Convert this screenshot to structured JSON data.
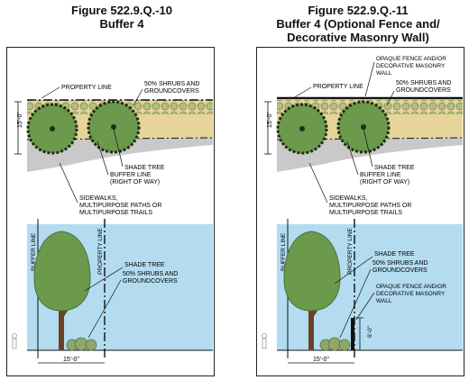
{
  "figures": [
    {
      "title_line1": "Figure 522.9.Q.-10",
      "title_line2": "Buffer 4",
      "title_line3": "",
      "plan": {
        "property_line": "PROPERTY LINE",
        "shrubs": [
          "50% SHRUBS AND",
          "GROUNDCOVERS"
        ],
        "dimension": "15'-0\"",
        "shade_tree": "SHADE TREE",
        "buffer_line": [
          "BUFFER LINE",
          "(RIGHT OF WAY)"
        ],
        "sidewalks": [
          "SIDEWALKS,",
          "MULTIPURPOSE PATHS OR",
          "MULTIPURPOSE TRAILS"
        ]
      },
      "elevation": {
        "buffer_line": "BUFFER LINE",
        "property_line": "PROPERTY LINE",
        "shade_tree": "SHADE TREE",
        "shrubs": [
          "50% SHRUBS AND",
          "GROUNDCOVERS"
        ],
        "dimension": "15'-0\""
      }
    },
    {
      "title_line1": "Figure 522.9.Q.-11",
      "title_line2": "Buffer 4 (Optional Fence and/",
      "title_line3": "Decorative Masonry Wall)",
      "plan": {
        "fence": [
          "OPAQUE FENCE AND/OR",
          "DECORATIVE MASONRY",
          "WALL"
        ],
        "property_line": "PROPERTY LINE",
        "shrubs": [
          "50% SHRUBS AND",
          "GROUNDCOVERS"
        ],
        "dimension": "15'-0\"",
        "shade_tree": "SHADE TREE",
        "buffer_line": [
          "BUFFER LINE",
          "(RIGHT OF WAY)"
        ],
        "sidewalks": [
          "SIDEWALKS,",
          "MULTIPURPOSE PATHS OR",
          "MULTIPURPOSE TRAILS"
        ]
      },
      "elevation": {
        "buffer_line": "BUFFER LINE",
        "property_line": "PROPERTY LINE",
        "shade_tree": "SHADE TREE",
        "shrubs": [
          "50% SHRUBS AND",
          "GROUNDCOVERS"
        ],
        "fence": [
          "OPAQUE FENCE AND/OR",
          "DECORATIVE MASONRY",
          "WALL"
        ],
        "fence_height": "6'-0\"",
        "dimension": "15'-0\""
      }
    }
  ],
  "colors": {
    "sky": "#b3dcf0",
    "sand": "#e6d49a",
    "sidewalk": "#c9c9c9",
    "tree": "#6c9a4c",
    "tree_dark": "#3b5a2a",
    "trunk": "#6b4226",
    "shrub": "#8fa86a"
  }
}
